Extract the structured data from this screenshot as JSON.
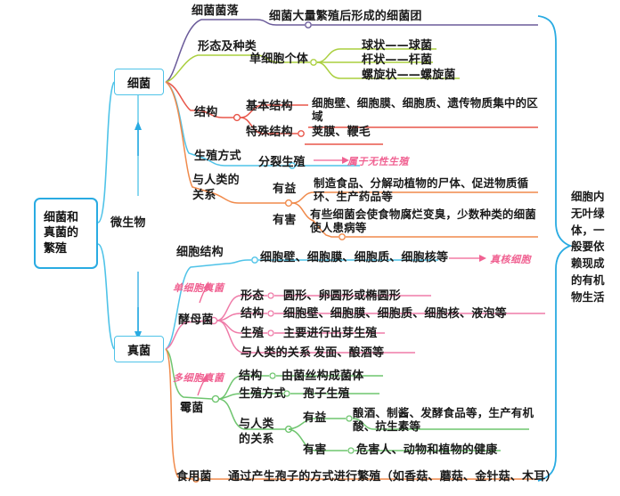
{
  "root": {
    "label": "细菌和真菌的繁殖",
    "center_label": "微生物"
  },
  "side_note": {
    "text": "细胞内无叶绿体，一般要依赖现成的有机物生活"
  },
  "branches": {
    "bacteria": {
      "label": "细菌",
      "color": "#4FC3E8",
      "items": {
        "colony": {
          "label": "细菌菌落",
          "color": "#6B5B9A",
          "value": "细菌大量繁殖后形成的细菌团"
        },
        "morphology": {
          "label": "形态及种类",
          "color": "#AACF3F",
          "mid": "单细胞个体",
          "values": [
            "球状——球菌",
            "杆状——杆菌",
            "螺旋状——螺旋菌"
          ]
        },
        "structure": {
          "label": "结构",
          "color": "#E8564A",
          "rows": [
            {
              "key": "基本结构",
              "value": "细胞壁、细胞膜、细胞质、遗传物质集中的区域"
            },
            {
              "key": "特殊结构",
              "value": "荚膜、鞭毛"
            }
          ]
        },
        "reproduction": {
          "label": "生殖方式",
          "color": "#4FC3E8",
          "value": "分裂生殖",
          "annotation": "属于无性生殖"
        },
        "human_relation": {
          "label": "与人类的关系",
          "color": "#F08A4B",
          "rows": [
            {
              "key": "有益",
              "value": "制造食品、分解动植物的尸体、促进物质循环、生产药品等"
            },
            {
              "key": "有害",
              "value": "有些细菌会使食物腐烂变臭，少数种类的细菌使人患病等"
            }
          ]
        }
      }
    },
    "fungi": {
      "label": "真菌",
      "color": "#4FC3E8",
      "items": {
        "cell_structure": {
          "label": "细胞结构",
          "color": "#4FC3E8",
          "value": "细胞壁、细胞膜、细胞质、细胞核等",
          "annotation": "真核细胞"
        },
        "yeast": {
          "label": "酵母菌",
          "color": "#EF7BA8",
          "annotation": "单细胞真菌",
          "rows": [
            {
              "key": "形态",
              "value": "圆形、卵圆形或椭圆形"
            },
            {
              "key": "结构",
              "value": "细胞壁、细胞膜、细胞质、细胞核、液泡等"
            },
            {
              "key": "生殖",
              "value": "主要进行出芽生殖"
            },
            {
              "key": "与人类的关系",
              "value": "发面、酿酒等"
            }
          ]
        },
        "mold": {
          "label": "霉菌",
          "color": "#6FC56F",
          "annotation": "多细胞真菌",
          "rows": [
            {
              "key": "结构",
              "value": "由菌丝构成菌体"
            },
            {
              "key": "生殖方式",
              "value": "孢子生殖"
            }
          ],
          "human_relation": {
            "label": "与人类的关系",
            "rows": [
              {
                "key": "有益",
                "value": "酿酒、制酱、发酵食品等，生产有机酸、抗生素等"
              },
              {
                "key": "有害",
                "value": "危害人、动物和植物的健康"
              }
            ]
          }
        },
        "edible": {
          "label": "食用菌",
          "color": "#F08A4B",
          "value": "通过产生孢子的方式进行繁殖（如香菇、蘑菇、金针菇、木耳）"
        }
      }
    }
  }
}
